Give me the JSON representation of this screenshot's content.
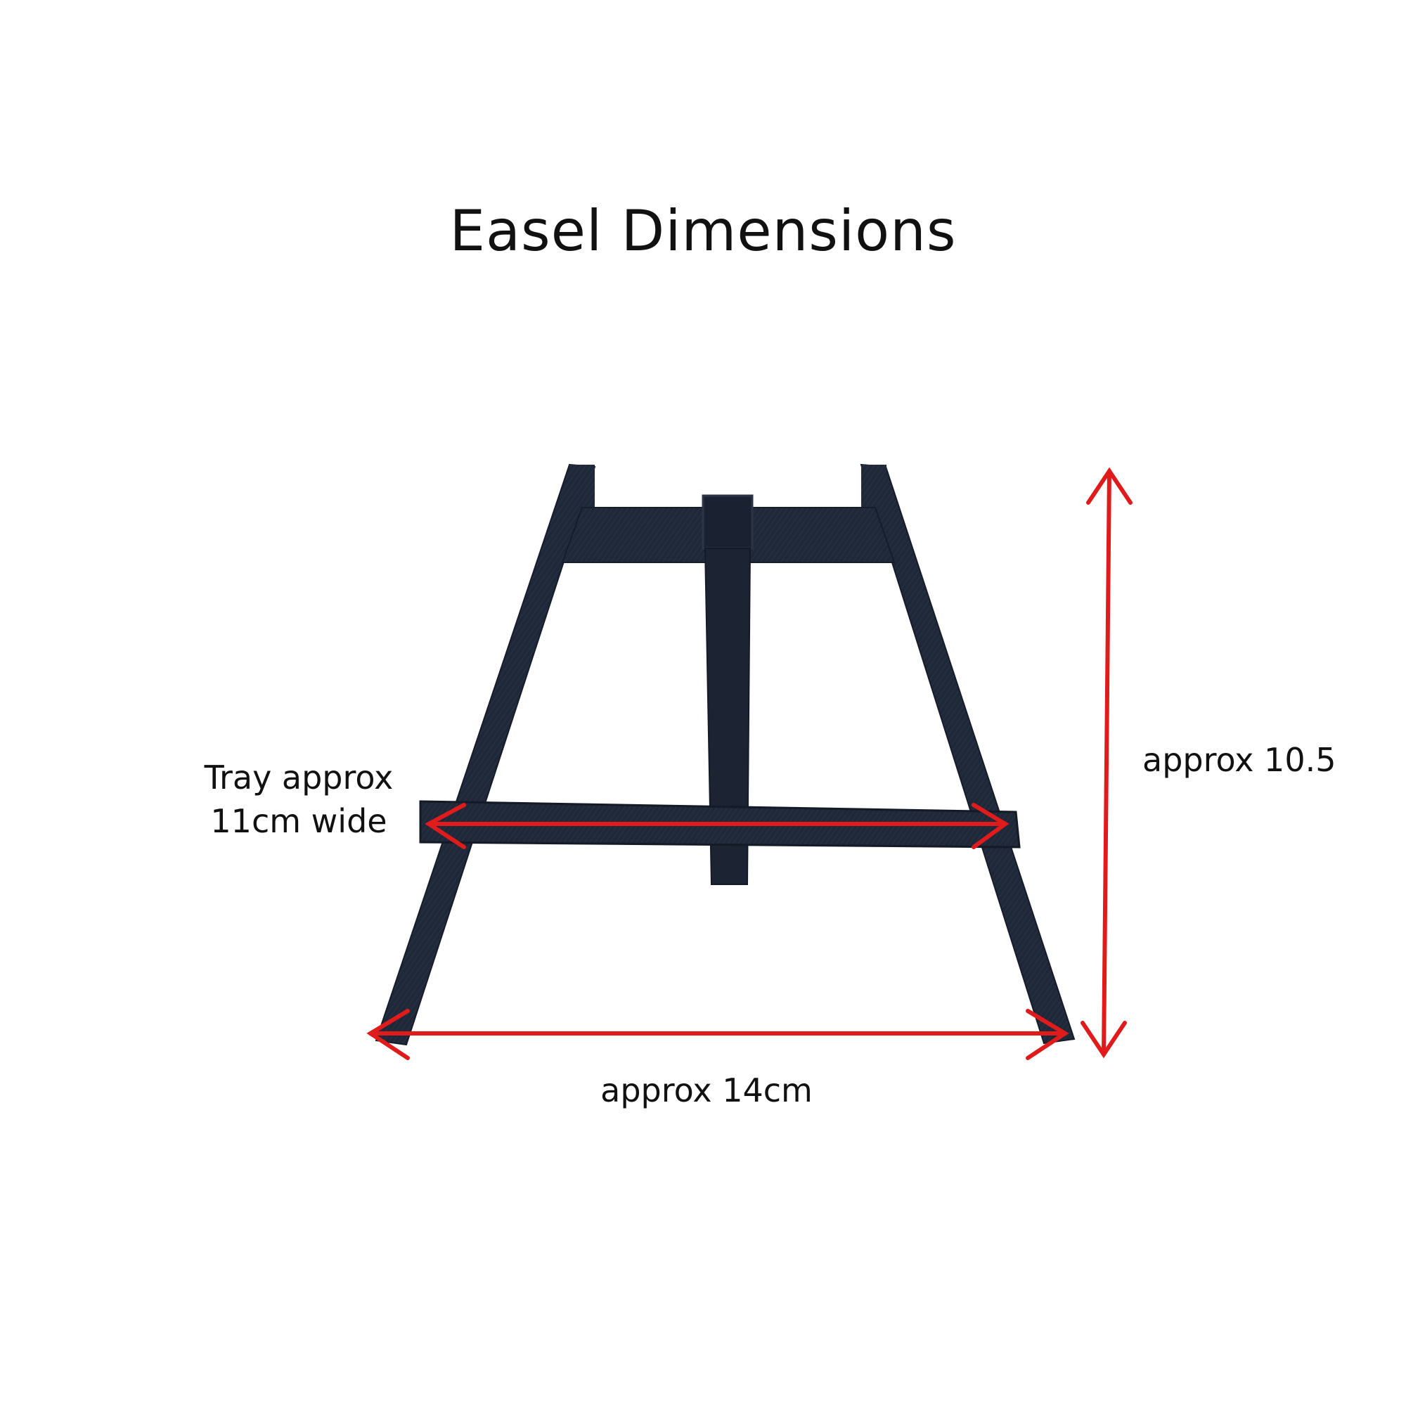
{
  "title": "Easel Dimensions",
  "labels": {
    "tray_line1": "Tray approx",
    "tray_line2": "11cm wide",
    "height": "approx 10.5",
    "width": "approx 14cm"
  },
  "colors": {
    "easel": "#1f2838",
    "easel_edge": "#2c3547",
    "arrow": "#e01b1b",
    "background": "#ffffff"
  }
}
